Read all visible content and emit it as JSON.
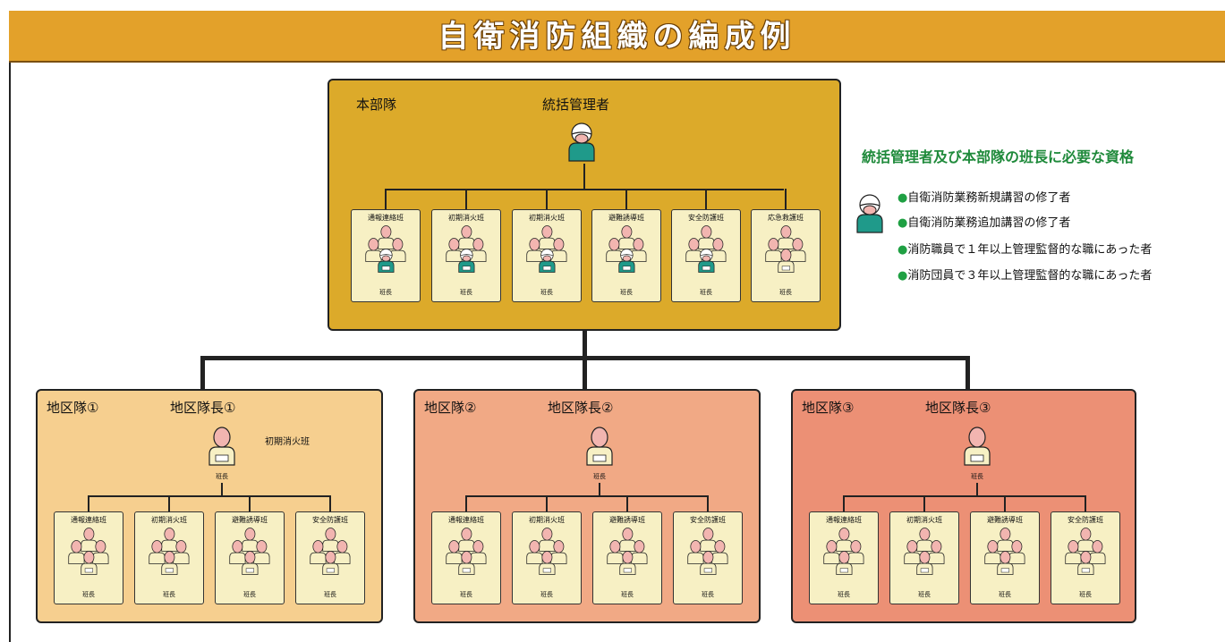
{
  "title": "自衛消防組織の編成例",
  "hq": {
    "unit_label": "本部隊",
    "manager_label": "統括管理者",
    "teams": [
      {
        "name": "通報連絡班",
        "leader": "班長"
      },
      {
        "name": "初期消火班",
        "leader": "班長"
      },
      {
        "name": "初期消火班",
        "leader": "班長"
      },
      {
        "name": "避難誘導班",
        "leader": "班長"
      },
      {
        "name": "安全防護班",
        "leader": "班長"
      },
      {
        "name": "応急救護班",
        "leader": "班長"
      }
    ]
  },
  "districts": [
    {
      "unit_label": "地区隊①",
      "leader_label": "地区隊長①",
      "note": "初期消火班",
      "leader_badge": "班長",
      "teams": [
        {
          "name": "通報連絡班",
          "leader": "班長"
        },
        {
          "name": "初期消火班",
          "leader": "班長"
        },
        {
          "name": "避難誘導班",
          "leader": "班長"
        },
        {
          "name": "安全防護班",
          "leader": "班長"
        }
      ]
    },
    {
      "unit_label": "地区隊②",
      "leader_label": "地区隊長②",
      "leader_badge": "班長",
      "teams": [
        {
          "name": "通報連絡班",
          "leader": "班長"
        },
        {
          "name": "初期消火班",
          "leader": "班長"
        },
        {
          "name": "避難誘導班",
          "leader": "班長"
        },
        {
          "name": "安全防護班",
          "leader": "班長"
        }
      ]
    },
    {
      "unit_label": "地区隊③",
      "leader_label": "地区隊長③",
      "leader_badge": "班長",
      "teams": [
        {
          "name": "通報連絡班",
          "leader": "班長"
        },
        {
          "name": "初期消火班",
          "leader": "班長"
        },
        {
          "name": "避難誘導班",
          "leader": "班長"
        },
        {
          "name": "安全防護班",
          "leader": "班長"
        }
      ]
    }
  ],
  "qualifications": {
    "title": "統括管理者及び本部隊の班長に必要な資格",
    "items": [
      "自衛消防業務新規講習の修了者",
      "自衛消防業務追加講習の修了者",
      "消防職員で１年以上管理監督的な職にあった者",
      "消防団員で３年以上管理監督的な職にあった者"
    ]
  },
  "colors": {
    "banner": "#e3a12a",
    "hq_box": "#dcaa2a",
    "district1": "#f6cf8f",
    "district2": "#f1a985",
    "district3": "#ec9075",
    "helmet_body": "#1f9a8a",
    "person_pink": "#f2b5b0",
    "qualification_text": "#1f8a3b"
  }
}
